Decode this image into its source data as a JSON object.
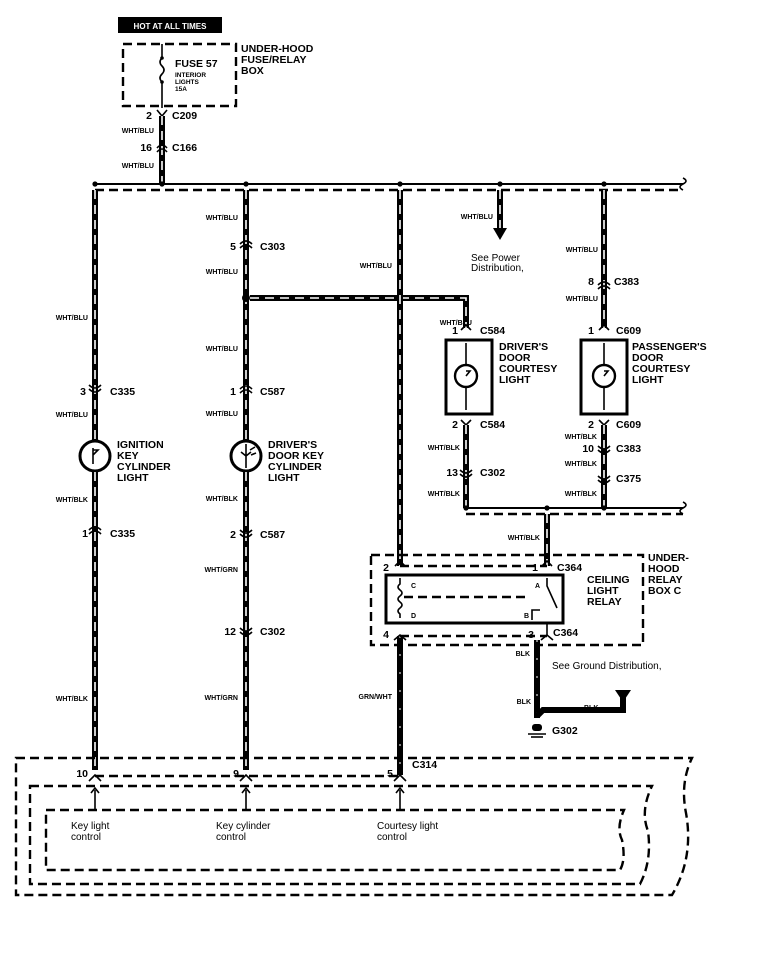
{
  "title": "Interior Lights — Key Cylinder / Courtesy Light Circuit",
  "power": {
    "hot_label": "HOT AT ALL TIMES",
    "fuse": "FUSE 57",
    "fuse_desc_1": "INTERIOR",
    "fuse_desc_2": "LIGHTS",
    "fuse_rating": "15A",
    "box_label_1": "UNDER-HOOD",
    "box_label_2": "FUSE/RELAY",
    "box_label_3": "BOX"
  },
  "feed": {
    "c209_pin": "2",
    "c209": "C209",
    "c166_pin": "16",
    "c166": "C166",
    "wire1": "WHT/BLU",
    "wire2": "WHT/BLU"
  },
  "branch_ignition": {
    "wire_top": "WHT/BLU",
    "c335_top_pin": "3",
    "c335_top": "C335",
    "wire_mid": "WHT/BLU",
    "light_1": "IGNITION",
    "light_2": "KEY",
    "light_3": "CYLINDER",
    "light_4": "LIGHT",
    "wire_low": "WHT/BLK",
    "c335_bot_pin": "1",
    "c335_bot": "C335",
    "wire_bottom": "WHT/BLK"
  },
  "branch_driver_key": {
    "wire_a": "WHT/BLU",
    "c303_pin": "5",
    "c303": "C303",
    "wire_b": "WHT/BLU",
    "wire_c": "WHT/BLU",
    "c587_top_pin": "1",
    "c587_top": "C587",
    "wire_d": "WHT/BLU",
    "light_1": "DRIVER'S",
    "light_2": "DOOR KEY",
    "light_3": "CYLINDER",
    "light_4": "LIGHT",
    "wire_e": "WHT/BLK",
    "c587_bot_pin": "2",
    "c587_bot": "C587",
    "wire_f": "WHT/GRN",
    "c302_pin": "12",
    "c302": "C302",
    "wire_g": "WHT/GRN"
  },
  "branch_courtesy": {
    "wire_top": "WHT/BLU",
    "wire_bottom": "GRN/WHT"
  },
  "power_dist": {
    "wire": "WHT/BLU",
    "note_1": "See Power",
    "note_2": "Distribution,"
  },
  "driver_door": {
    "wire_in": "WHT/BLU",
    "c584_top_pin": "1",
    "c584_top": "C584",
    "label_1": "DRIVER'S",
    "label_2": "DOOR",
    "label_3": "COURTESY",
    "label_4": "LIGHT",
    "c584_bot_pin": "2",
    "c584_bot": "C584",
    "wire_a": "WHT/BLK",
    "c302_pin": "13",
    "c302": "C302",
    "wire_b": "WHT/BLK"
  },
  "passenger_door": {
    "wire_a": "WHT/BLU",
    "c383_top_pin": "8",
    "c383_top": "C383",
    "wire_b": "WHT/BLU",
    "c609_top_pin": "1",
    "c609_top": "C609",
    "label_1": "PASSENGER'S",
    "label_2": "DOOR",
    "label_3": "COURTESY",
    "label_4": "LIGHT",
    "c609_bot_pin": "2",
    "c609_bot": "C609",
    "wire_c": "WHT/BLK",
    "c383_bot_pin": "10",
    "c383_bot": "C383",
    "wire_d": "WHT/BLK",
    "c375": "C375",
    "wire_e": "WHT/BLK"
  },
  "relay": {
    "wire_in": "WHT/BLK",
    "pin_2": "2",
    "pin_1": "1",
    "c364_top": "C364",
    "term_c": "C",
    "term_a": "A",
    "term_d": "D",
    "term_b": "B",
    "label_1": "CEILING",
    "label_2": "LIGHT",
    "label_3": "RELAY",
    "box_1": "UNDER-",
    "box_2": "HOOD",
    "box_3": "RELAY",
    "box_4": "BOX C",
    "pin_4": "4",
    "pin_3": "3",
    "c364_bot": "C364"
  },
  "ground": {
    "wire_a": "BLK",
    "wire_b": "BLK",
    "wire_c": "BLK",
    "note": "See Ground Distribution,",
    "g302": "G302"
  },
  "control_unit": {
    "c314": "C314",
    "pin_10": "10",
    "pin_9": "9",
    "pin_5": "5",
    "key_light_1": "Key light",
    "key_light_2": "control",
    "key_cyl_1": "Key cylinder",
    "key_cyl_2": "control",
    "courtesy_1": "Courtesy light",
    "courtesy_2": "control"
  }
}
